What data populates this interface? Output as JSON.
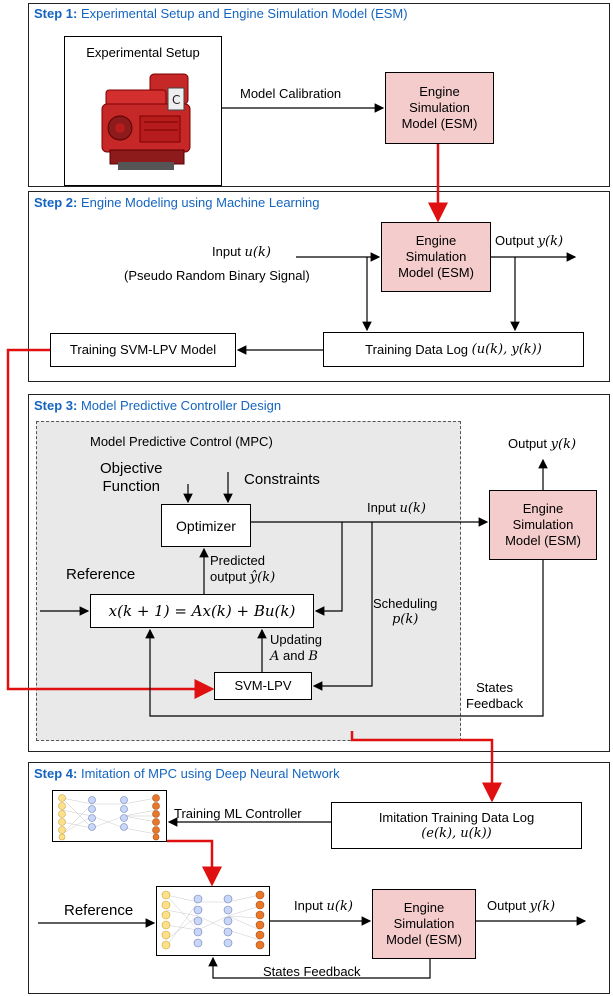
{
  "colors": {
    "step_title": "#1565c0",
    "esm_fill": "#f5cccc",
    "red_arrow": "#e01010",
    "mpc_region": "#e9e9e9"
  },
  "step1": {
    "title_bold": "Step 1:",
    "title_rest": "Experimental Setup and Engine Simulation Model (ESM)",
    "setup_label": "Experimental Setup",
    "calibration_label": "Model Calibration",
    "esm": [
      "Engine",
      "Simulation",
      "Model (ESM)"
    ]
  },
  "step2": {
    "title_bold": "Step 2:",
    "title_rest": "Engine Modeling using Machine Learning",
    "input_label": "Input",
    "input_math": "u(k)",
    "prbs_label": "(Pseudo Random Binary Signal)",
    "esm": [
      "Engine",
      "Simulation",
      "Model (ESM)"
    ],
    "output_label": "Output",
    "output_math": "y(k)",
    "data_log_label": "Training Data Log",
    "data_log_math": "(u(k), y(k))",
    "svm_model_label": "Training SVM-LPV Model"
  },
  "step3": {
    "title_bold": "Step 3:",
    "title_rest": "Model Predictive Controller Design",
    "mpc_title": "Model Predictive Control (MPC)",
    "objective": [
      "Objective",
      "Function"
    ],
    "constraints": "Constraints",
    "optimizer": "Optimizer",
    "predicted": "Predicted",
    "predicted_output": "output",
    "predicted_math": "ŷ(k)",
    "reference": "Reference",
    "state_eq": "x(k + 1) = Ax(k) + Bu(k)",
    "updating": "Updating",
    "a_and_b_a": "A",
    "a_and_b_and": "and",
    "a_and_b_b": "B",
    "svm_lpv": "SVM-LPV",
    "input_label": "Input",
    "input_math": "u(k)",
    "scheduling": "Scheduling",
    "scheduling_math": "p(k)",
    "output_label": "Output",
    "output_math": "y(k)",
    "esm": [
      "Engine",
      "Simulation",
      "Model (ESM)"
    ],
    "states_feedback": [
      "States",
      "Feedback"
    ]
  },
  "step4": {
    "title_bold": "Step 4:",
    "title_rest": "Imitation of MPC using Deep Neural Network",
    "training_ml": "Training ML Controller",
    "imitation_log": "Imitation Training Data Log",
    "imitation_math": "(e(k), u(k))",
    "reference": "Reference",
    "input_label": "Input",
    "input_math": "u(k)",
    "esm": [
      "Engine",
      "Simulation",
      "Model (ESM)"
    ],
    "output_label": "Output",
    "output_math": "y(k)",
    "states_feedback": "States Feedback"
  }
}
